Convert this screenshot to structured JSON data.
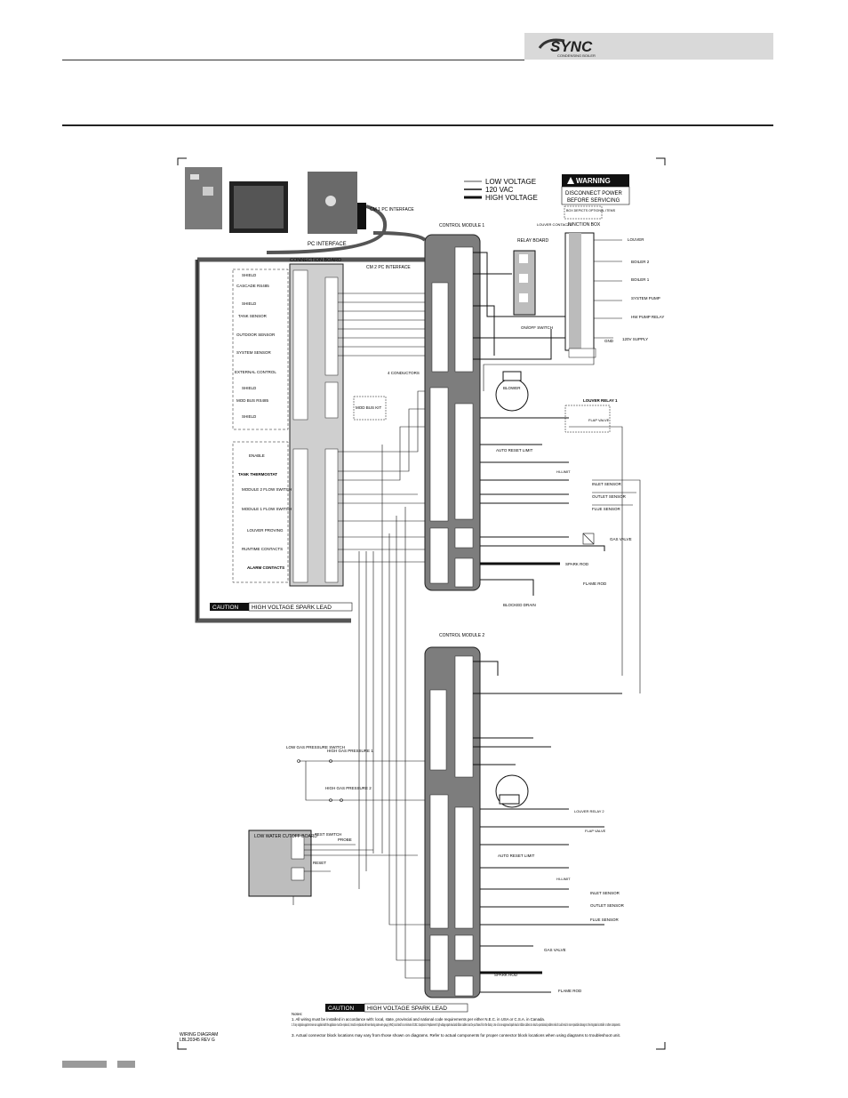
{
  "header": {
    "brand": "SYNC",
    "brand_sub": "CONDENSING BOILER"
  },
  "legend": {
    "low_voltage": "LOW VOLTAGE",
    "vac120": "120 VAC",
    "high_voltage": "HIGH VOLTAGE"
  },
  "warning": {
    "title": "WARNING",
    "line1": "DISCONNECT POWER",
    "line2": "BEFORE SERVICING",
    "optional": "BOX DEPICTS OPTIONAL ITEMS"
  },
  "labels": {
    "cm1_pc": "CM 1 PC INTERFACE",
    "pc_interface": "PC INTERFACE",
    "connection_board": "CONNECTION BOARD",
    "cm2_pc": "CM 2 PC INTERFACE",
    "control_module_1": "CONTROL MODULE 1",
    "control_module_2": "CONTROL MODULE 2",
    "relay_board": "RELAY BOARD",
    "louver_contacts": "LOUVER CONTACTS",
    "junction_box": "JUNCTION BOX",
    "louver": "LOUVER",
    "boiler2": "BOILER 2",
    "boiler1": "BOILER 1",
    "system_pump": "SYSTEM PUMP",
    "hw_pump_relay": "HW PUMP RELAY",
    "gnd": "GND",
    "supply": "120V SUPPLY",
    "on_off": "ON/OFF SWITCH",
    "blower": "BLOWER",
    "auto_reset": "AUTO RESET LIMIT",
    "hi_limit": "HI-LIMIT",
    "louver_relay1": "LOUVER RELAY 1",
    "louver_relay2": "LOUVER RELAY 2",
    "flap_valve": "FLAP VALVE",
    "inlet": "INLET SENSOR",
    "outlet": "OUTLET SENSOR",
    "flue": "FLUE SENSOR",
    "gas_valve": "GAS VALVE",
    "spark_rod": "SPARK ROD",
    "flame_rod": "FLAME ROD",
    "blocked_drain": "BLOCKED DRAIN",
    "four_conductors": "4 CONDUCTORS",
    "modbus_kit": "MOD BUS KIT",
    "low_gas": "LOW GAS PRESSURE SWITCH",
    "high_gas1": "HIGH GAS PRESSURE 1",
    "high_gas2": "HIGH GAS PRESSURE 2",
    "lwco": "LOW WATER CUTOFF BOARD",
    "test_switch": "TEST SWITCH",
    "probe": "PROBE",
    "reset": "RESET",
    "caution": "CAUTION",
    "hv_spark": "HIGH VOLTAGE SPARK LEAD",
    "wiring_diagram": "WIRING DIAGRAM",
    "lbl": "LBL20345 REV G"
  },
  "left_devices": [
    "SHIELD",
    "CASCADE RS485",
    "SHIELD",
    "TANK SENSOR",
    "OUTDOOR SENSOR",
    "SYSTEM SENSOR",
    "EXTERNAL CONTROL",
    "SHIELD",
    "MOD BUS RS485",
    "SHIELD"
  ],
  "left_devices2": [
    "ENABLE",
    "TANK THERMOSTAT",
    "MODULE 2 FLOW SWITCH",
    "MODULE 1 FLOW SWITCH",
    "LOUVER PROVING",
    "RUNTIME CONTACTS",
    "ALARM CONTACTS"
  ],
  "notes": {
    "title": "Notes:",
    "n1": "1. All wiring must be installed in accordance with: local, state, provincial and national code requirements per either N.E.C. in USA or C.S.A. in Canada.",
    "n2": "2. If any original equipment wire as supplied with the appliance must be replaced, it must be replaced with wire having same wire gauge (AWG) and rated for a minimum of 105C. Exceptions: Replacement high voltage spark lead and ribbon cables must be purchased from the factory. Use of a non-approved spark lead or ribbon cables can lead to operational problems which could result in non-repairable damage to the integrated controller or other components.",
    "n3": "3. Actual connector block locations may vary from those shown on diagrams. Refer to actual components for proper connector block locations when using diagrams to troubleshoot unit."
  },
  "colors": {
    "module": "#7d7d7d",
    "strip": "#ffffff",
    "line": "#111111",
    "warning_bg": "#111111"
  }
}
